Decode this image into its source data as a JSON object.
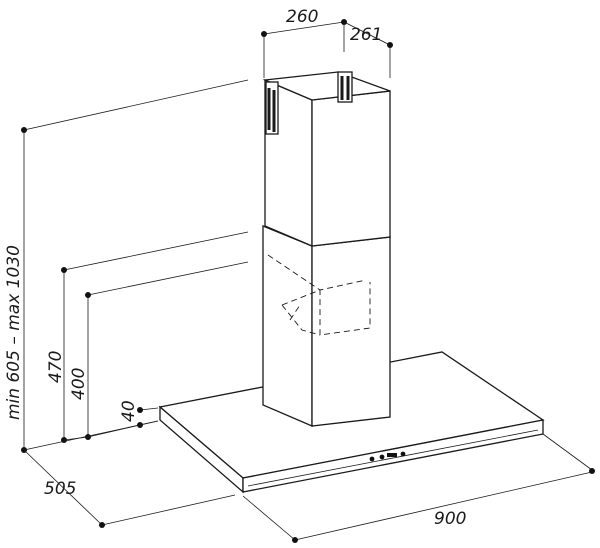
{
  "dimensions": {
    "chimney_width": "260",
    "chimney_depth": "261",
    "height_range": "min 605 – max 1030",
    "height_470": "470",
    "height_400": "400",
    "canopy_thickness": "40",
    "canopy_depth": "505",
    "canopy_width": "900"
  },
  "colors": {
    "line": "#1a1a1a",
    "background": "#ffffff"
  }
}
